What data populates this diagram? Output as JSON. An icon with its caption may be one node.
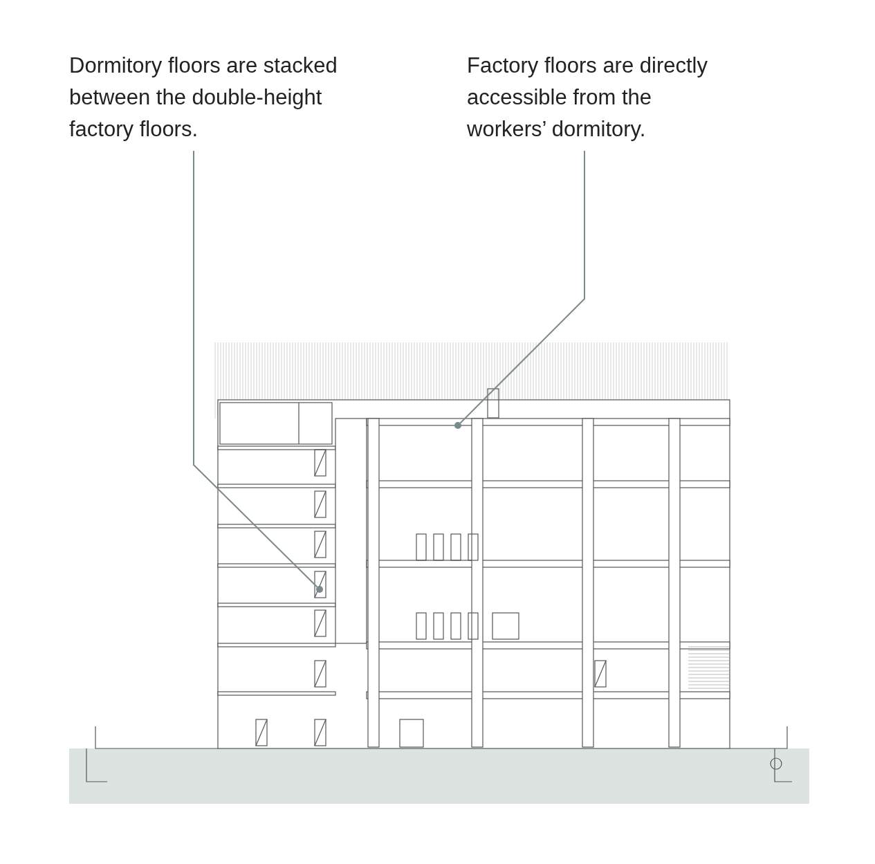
{
  "diagram": {
    "nodes": [
      {
        "text": [
          "Dormitory floors are stacked between the double-height factory floors."
        ]
      },
      {
        "text": [
          "Factory floors are directly accessible from the workers’ dormitory."
        ]
      },
      {
        "text": [],
        "shape": "circle"
      },
      {
        "text": [],
        "shape": "circle"
      }
    ],
    "edges": [
      {
        "from": 0,
        "to": 2,
        "arrow": "none"
      },
      {
        "from": 1,
        "to": 3,
        "arrow": "none"
      }
    ]
  }
}
